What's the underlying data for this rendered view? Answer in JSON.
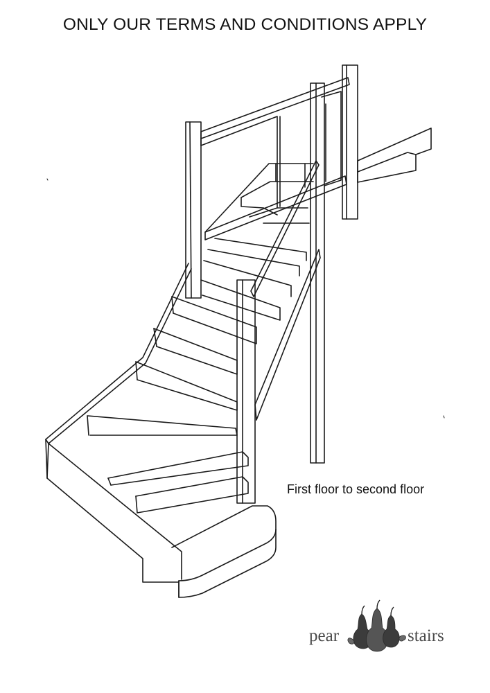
{
  "heading": "ONLY OUR TERMS AND CONDITIONS APPLY",
  "caption": "First floor to second floor",
  "logo": {
    "word_left": "pear",
    "word_right": "stairs",
    "icon": "pears-icon"
  },
  "colors": {
    "line": "#1a1a1a",
    "text": "#111111",
    "logo_text": "#4a4a4a",
    "logo_fruit": "#3c3c3c"
  }
}
